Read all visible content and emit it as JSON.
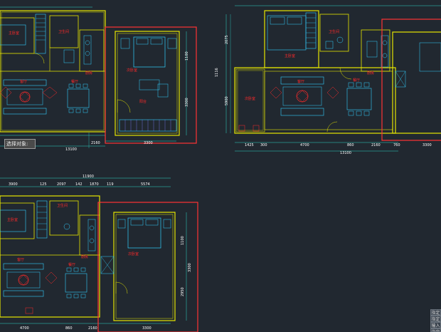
{
  "theme": {
    "background": "#212830",
    "wall": "#e6e600",
    "dimension": "#2fd6c7",
    "red_outline": "#ff3333",
    "text_red": "#ff2a2a",
    "furniture": "#32d0ff",
    "furniture_alt": "#7f7fff",
    "green_line": "#3acf3a"
  },
  "tooltip": {
    "text": "选择对象:"
  },
  "side_panel": {
    "buttons": [
      "指定",
      "指定",
      "输入",
      "指定"
    ]
  },
  "plans": {
    "top_left": {
      "dims_bottom": [
        "2160",
        "3300"
      ],
      "dim_overall": "13100",
      "dims_right": [
        "1100",
        "3300"
      ],
      "room_labels": [
        "主卧室",
        "卫生间",
        "厨房",
        "客厅",
        "餐厅",
        "次卧室",
        "阳台"
      ]
    },
    "top_right": {
      "dims_bottom": [
        "1425",
        "300",
        "4700",
        "860",
        "2160",
        "760",
        "3300"
      ],
      "dim_overall": "13100",
      "dims_left": [
        "1116",
        "2075",
        "5900"
      ],
      "room_labels": [
        "主卧室",
        "卫生间",
        "厨房",
        "客厅",
        "餐厅",
        "次卧室"
      ]
    },
    "bottom_left": {
      "dims_top": [
        "3900",
        "125",
        "2097",
        "142",
        "1870",
        "119",
        "5574"
      ],
      "dim_overall": "11900",
      "dims_bottom": [
        "4700",
        "860",
        "2160",
        "3300"
      ],
      "dims_right": [
        "1100",
        "3300",
        "2950"
      ],
      "room_labels": [
        "主卧室",
        "卫生间",
        "厨房",
        "客厅",
        "餐厅",
        "次卧室"
      ]
    }
  }
}
